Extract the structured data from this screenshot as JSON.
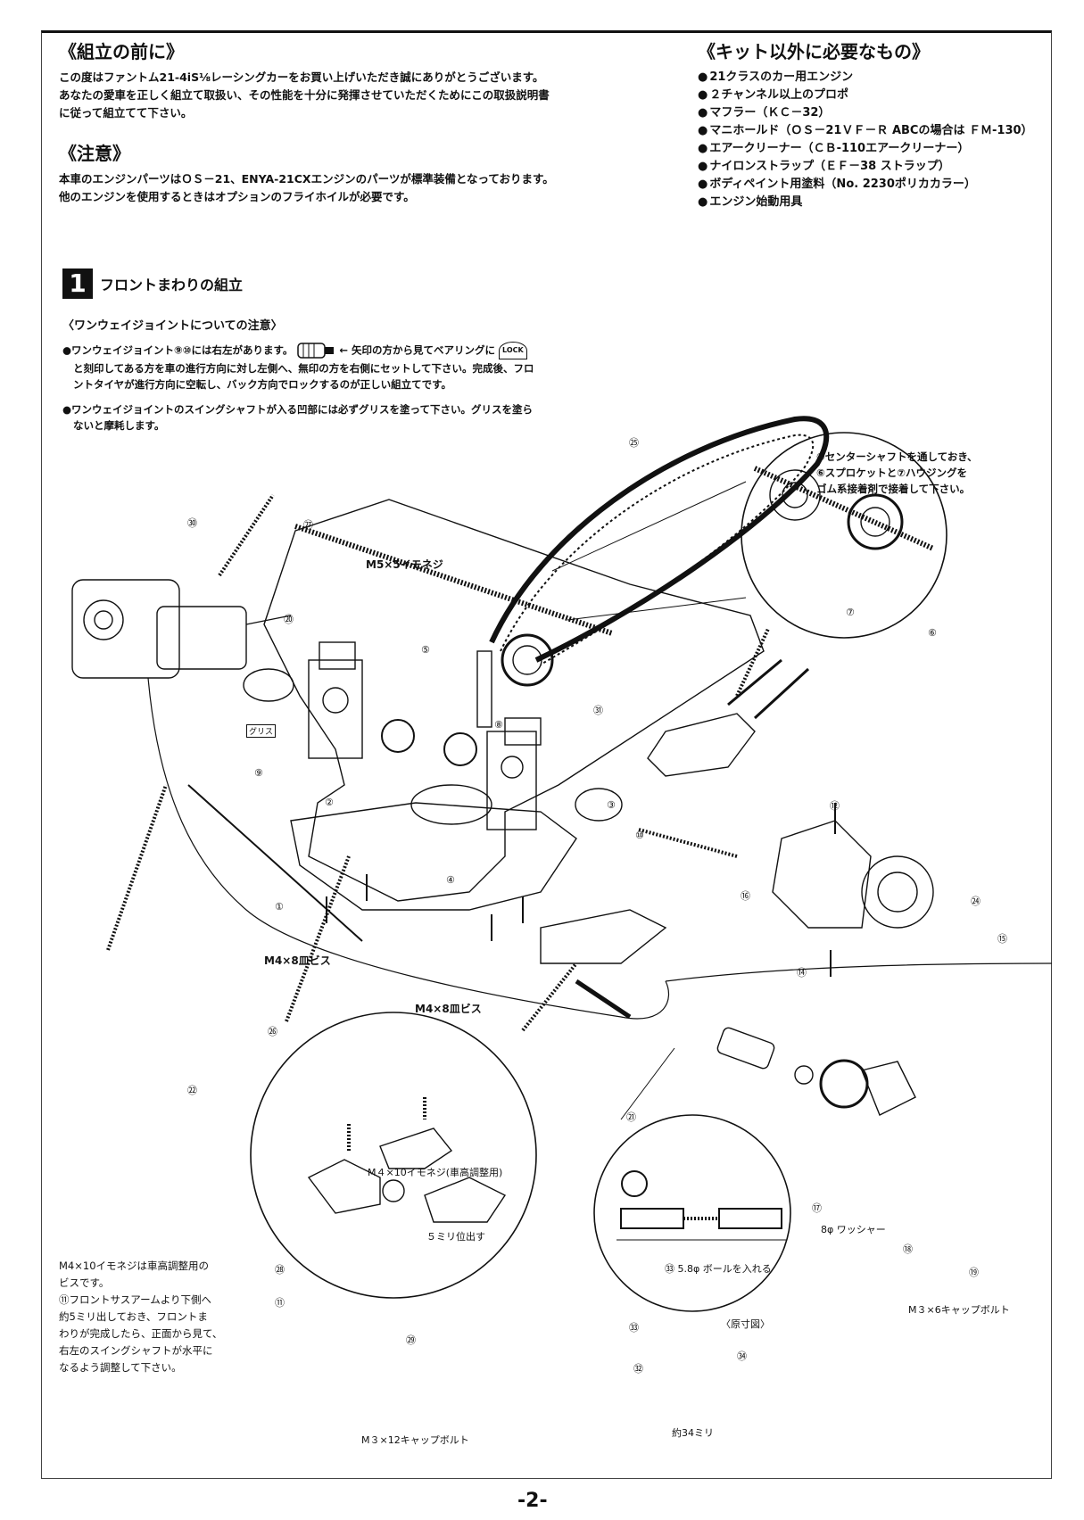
{
  "before_assembly": {
    "heading": "《組立の前に》",
    "lines": [
      "この度はファントム21-4iS⅛レーシングカーをお買い上げいただき誠にありがとうございます。",
      "あなたの愛車を正しく組立て取扱い、その性能を十分に発揮させていただくためにこの取扱説明書",
      "に従って組立てて下さい。"
    ]
  },
  "caution": {
    "heading": "《注意》",
    "lines": [
      "本車のエンジンパーツはＯＳ－21、ENYA-21CXエンジンのパーツが標準装備となっております。",
      "他のエンジンを使用するときはオプションのフライホイルが必要です。"
    ]
  },
  "required": {
    "heading": "《キット以外に必要なもの》",
    "items": [
      "21クラスのカー用エンジン",
      "２チャンネル以上のプロポ",
      "マフラー（ＫＣ－32）",
      "マニホールド（ＯＳ－21ＶＦ－Ｒ ABCの場合は ＦＭ-130）",
      "エアークリーナー（ＣＢ-110エアークリーナー）",
      "ナイロンストラップ（ＥＦ－38 ストラップ）",
      "ボディペイント用塗料（No. 2230ポリカカラー）",
      "エンジン始動用具"
    ]
  },
  "section": {
    "number": "1",
    "title": "フロントまわりの組立",
    "subheading": "〈ワンウェイジョイントについての注意〉",
    "note1_a": "●ワンウェイジョイント⑨⑩には右左があります。",
    "note1_b": "← 矢印の方から見てベアリングに",
    "lock": "LOCK",
    "note1_c": "と刻印してある方を車の進行方向に対し左側へ、無印の方を右側にセットして下さい。完成後、フロ",
    "note1_d": "ントタイヤが進行方向に空転し、バック方向でロックするのが正しい組立てです。",
    "note2_a": "●ワンウェイジョイントのスイングシャフトが入る凹部には必ずグリスを塗って下さい。グリスを塗ら",
    "note2_b": "ないと摩耗します。"
  },
  "callouts": {
    "center_shaft": [
      "⑤センターシャフトを通しておき、",
      "⑥スプロケットと⑦ハウジングを",
      "ゴム系接着剤で接着して下さい。"
    ],
    "m5x5": "M5×5イモネジ",
    "grease": "グリス",
    "m4x8_left": "M4×8皿ビス",
    "m4x8_center": "M4×8皿ビス",
    "m4x10_title": "M４×10イモネジ(車高調整用)",
    "five_mm": "５ミリ位出す",
    "m3x12": "M３×12キャップボルト",
    "washer": "8φ ワッシャー",
    "m3x6": "M３×6キャップボルト",
    "ball": "㉝ 5.8φ ボールを入れる",
    "original_size": "〈原寸図〉",
    "approx_34": "約34ミリ",
    "side_note": [
      "M4×10イモネジは車高調整用の",
      "ビスです。",
      "⑪フロントサスアームより下側へ",
      "約5ミリ出しておき、フロントま",
      "わりが完成したら、正面から見て、",
      "右左のスイングシャフトが水平に",
      "なるよう調整して下さい。"
    ]
  },
  "part_numbers": [
    "①",
    "②",
    "③",
    "④",
    "⑤",
    "⑥",
    "⑦",
    "⑧",
    "⑨",
    "⑩",
    "⑪",
    "⑫",
    "⑭",
    "⑮",
    "⑯",
    "⑰",
    "⑱",
    "⑲",
    "⑳",
    "㉑",
    "㉒",
    "㉔",
    "㉕",
    "㉖",
    "㉗",
    "㉘",
    "㉙",
    "㉚",
    "㉛",
    "㉜",
    "㉝",
    "㉞"
  ],
  "page_number": "-2-"
}
